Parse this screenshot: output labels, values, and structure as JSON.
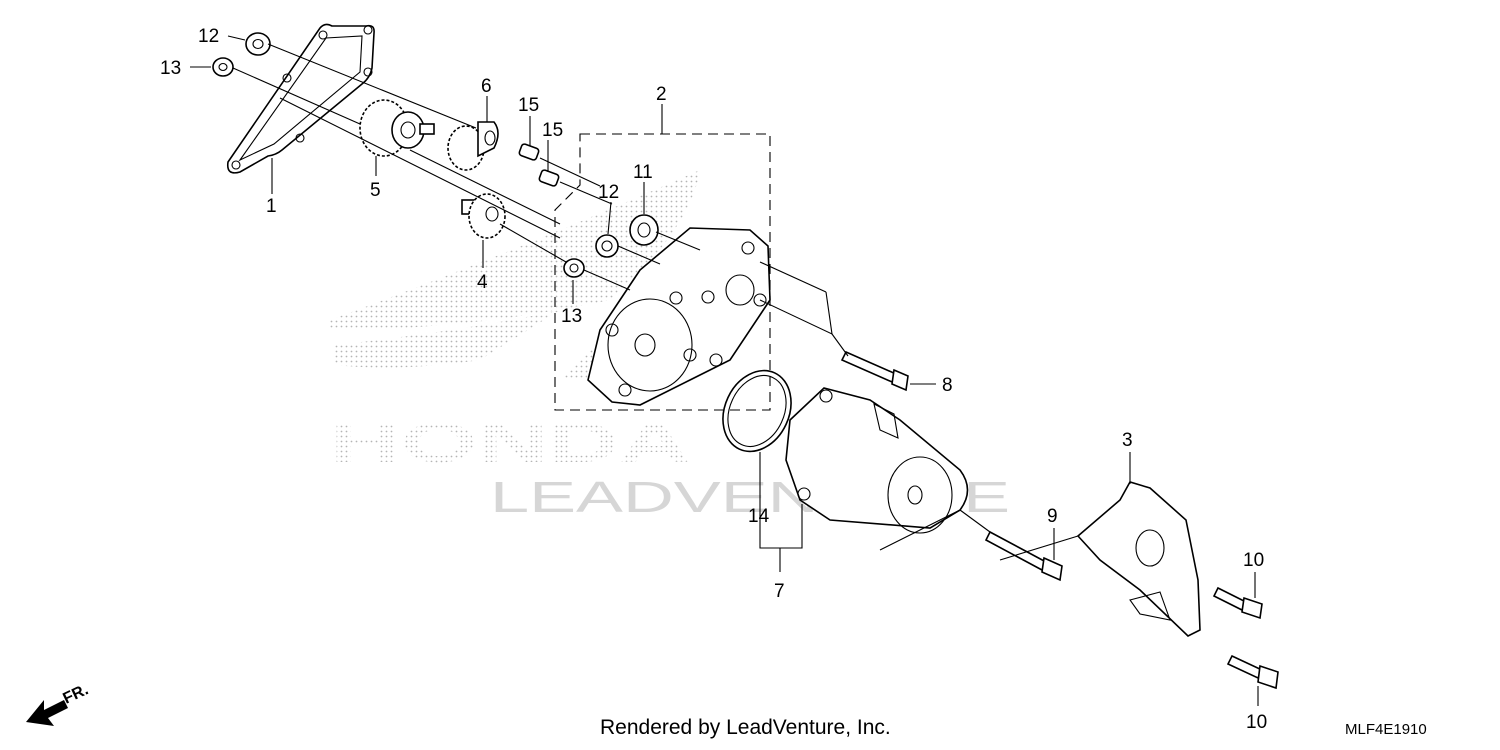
{
  "watermark": {
    "brand": "HONDA",
    "publisher": "LEADVENTURE"
  },
  "callouts": {
    "c1": "1",
    "c2": "2",
    "c3": "3",
    "c4": "4",
    "c5": "5",
    "c6": "6",
    "c7": "7",
    "c8": "8",
    "c9": "9",
    "c10a": "10",
    "c10b": "10",
    "c11": "11",
    "c12a": "12",
    "c12b": "12",
    "c13a": "13",
    "c13b": "13",
    "c14": "14",
    "c15a": "15",
    "c15b": "15"
  },
  "direction_label": "FR.",
  "footer": {
    "rendered_by": "Rendered by LeadVenture, Inc.",
    "diagram_code": "MLF4E1910"
  },
  "colors": {
    "ink": "#000000",
    "watermark": "#c8c8c8"
  }
}
